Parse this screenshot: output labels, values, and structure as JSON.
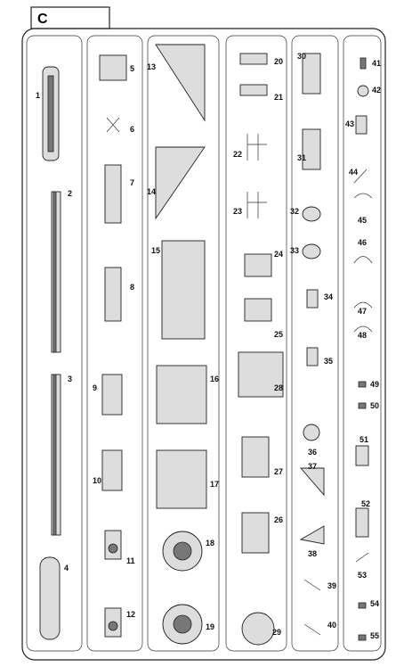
{
  "sprue": {
    "letter": "C"
  },
  "parts": [
    {
      "id": "1",
      "label": "1"
    },
    {
      "id": "2",
      "label": "2"
    },
    {
      "id": "3",
      "label": "3"
    },
    {
      "id": "4",
      "label": "4"
    },
    {
      "id": "5",
      "label": "5"
    },
    {
      "id": "6",
      "label": "6"
    },
    {
      "id": "7",
      "label": "7"
    },
    {
      "id": "8",
      "label": "8"
    },
    {
      "id": "9",
      "label": "9"
    },
    {
      "id": "10",
      "label": "10"
    },
    {
      "id": "11",
      "label": "11"
    },
    {
      "id": "12",
      "label": "12"
    },
    {
      "id": "13",
      "label": "13"
    },
    {
      "id": "14",
      "label": "14"
    },
    {
      "id": "15",
      "label": "15"
    },
    {
      "id": "16",
      "label": "16"
    },
    {
      "id": "17",
      "label": "17"
    },
    {
      "id": "18",
      "label": "18"
    },
    {
      "id": "19",
      "label": "19"
    },
    {
      "id": "20",
      "label": "20"
    },
    {
      "id": "21",
      "label": "21"
    },
    {
      "id": "22",
      "label": "22"
    },
    {
      "id": "23",
      "label": "23"
    },
    {
      "id": "24",
      "label": "24"
    },
    {
      "id": "25",
      "label": "25"
    },
    {
      "id": "26",
      "label": "26"
    },
    {
      "id": "27",
      "label": "27"
    },
    {
      "id": "28",
      "label": "28"
    },
    {
      "id": "29",
      "label": "29"
    },
    {
      "id": "30",
      "label": "30"
    },
    {
      "id": "31",
      "label": "31"
    },
    {
      "id": "32",
      "label": "32"
    },
    {
      "id": "33",
      "label": "33"
    },
    {
      "id": "34",
      "label": "34"
    },
    {
      "id": "35",
      "label": "35"
    },
    {
      "id": "36",
      "label": "36"
    },
    {
      "id": "37",
      "label": "37"
    },
    {
      "id": "38",
      "label": "38"
    },
    {
      "id": "39",
      "label": "39"
    },
    {
      "id": "40",
      "label": "40"
    },
    {
      "id": "41",
      "label": "41"
    },
    {
      "id": "42",
      "label": "42"
    },
    {
      "id": "43",
      "label": "43"
    },
    {
      "id": "44",
      "label": "44"
    },
    {
      "id": "45",
      "label": "45"
    },
    {
      "id": "46",
      "label": "46"
    },
    {
      "id": "47",
      "label": "47"
    },
    {
      "id": "48",
      "label": "48"
    },
    {
      "id": "49",
      "label": "49"
    },
    {
      "id": "50",
      "label": "50"
    },
    {
      "id": "51",
      "label": "51"
    },
    {
      "id": "52",
      "label": "52"
    },
    {
      "id": "53",
      "label": "53"
    },
    {
      "id": "54",
      "label": "54"
    },
    {
      "id": "55",
      "label": "55"
    }
  ]
}
